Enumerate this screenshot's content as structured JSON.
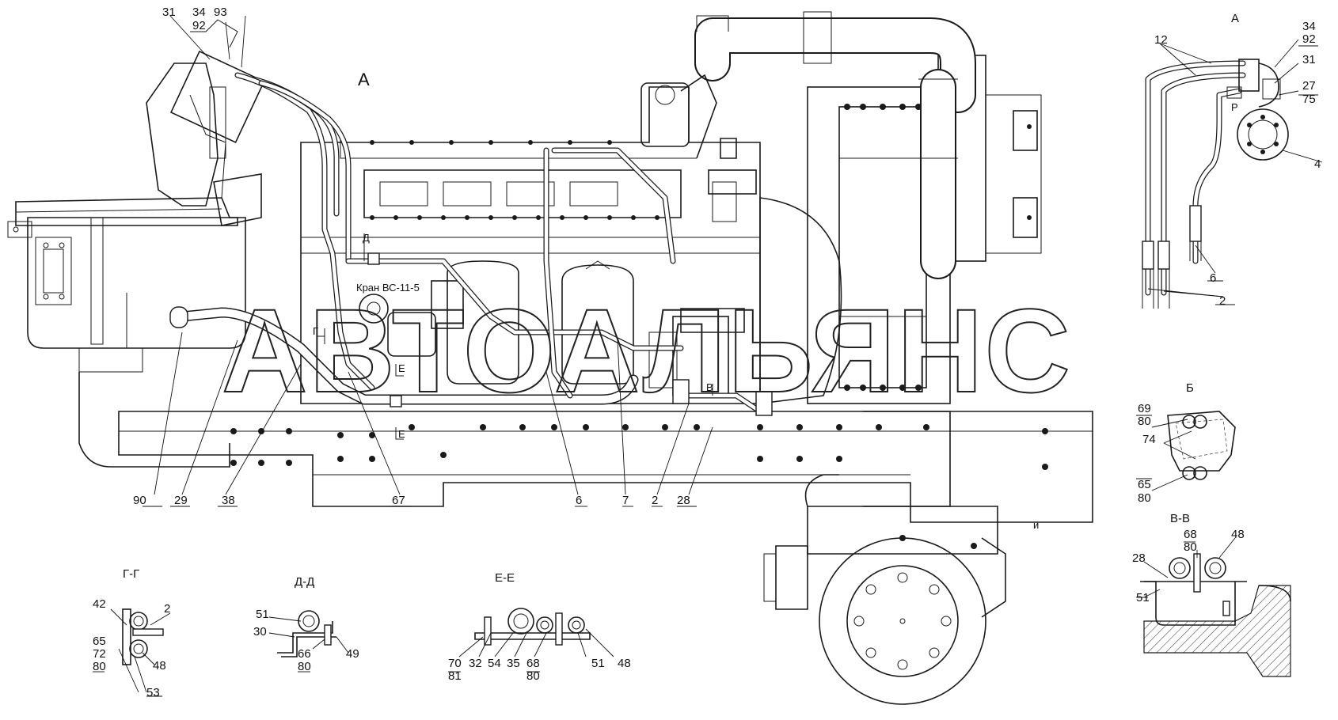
{
  "watermark": "АВТОАЛЬЯНС",
  "view_titles": {
    "main_view": "А",
    "detail_a": "А",
    "detail_b": "Б",
    "detail_v": "В-В",
    "detail_g": "Г-Г",
    "detail_d": "Д-Д",
    "detail_e": "Е-Е"
  },
  "small_marks": {
    "section_g": "Г",
    "section_d": "Д",
    "section_e_top": "Е",
    "section_e_bottom": "Е",
    "section_v": "В",
    "arrow_i": "и",
    "port_p": "P",
    "valve_label": "Кран ВС-11-5"
  },
  "main_callouts": {
    "n31": "31",
    "n34": "34",
    "n92": "92",
    "n93": "93",
    "n90": "90",
    "n29": "29",
    "n38": "38",
    "n67": "67",
    "n6": "6",
    "n7": "7",
    "n2": "2",
    "n28": "28"
  },
  "detail_a_callouts": {
    "n12": "12",
    "n34": "34",
    "n92": "92",
    "n31": "31",
    "n27": "27",
    "n75": "75",
    "n4": "4",
    "n6": "6",
    "n2": "2"
  },
  "detail_b_callouts": {
    "n69": "69",
    "n80a": "80",
    "n74": "74",
    "n65": "65",
    "n80b": "80"
  },
  "detail_v_callouts": {
    "n68": "68",
    "n80": "80",
    "n48": "48",
    "n28": "28",
    "n51": "51"
  },
  "detail_g_callouts": {
    "n42": "42",
    "n2": "2",
    "n65": "65",
    "n72": "72",
    "n80": "80",
    "n48": "48",
    "n53": "53"
  },
  "detail_d_callouts": {
    "n51": "51",
    "n30": "30",
    "n66": "66",
    "n80": "80",
    "n49": "49"
  },
  "detail_e_callouts": {
    "n70": "70",
    "n81": "81",
    "n32": "32",
    "n54": "54",
    "n35": "35",
    "n68": "68",
    "n80": "80",
    "n51": "51",
    "n48": "48"
  }
}
